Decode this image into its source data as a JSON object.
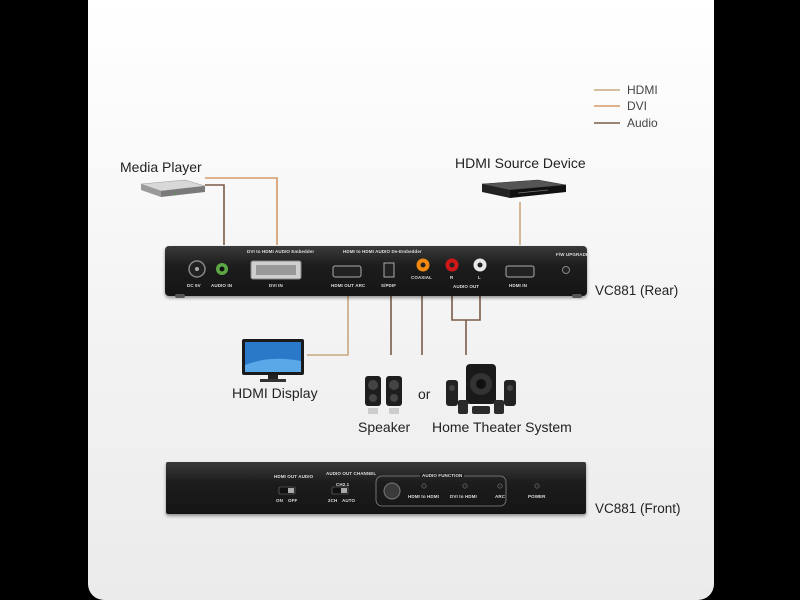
{
  "legend": {
    "items": [
      {
        "label": "HDMI",
        "color": "#c8a880"
      },
      {
        "label": "DVI",
        "color": "#d49a68"
      },
      {
        "label": "Audio",
        "color": "#7a5c48"
      }
    ]
  },
  "devices": {
    "media_player": "Media Player",
    "hdmi_source": "HDMI Source Device",
    "hdmi_display": "HDMI Display",
    "speaker": "Speaker",
    "or": "or",
    "home_theater": "Home Theater System"
  },
  "rear": {
    "label": "VC881 (Rear)",
    "dvi_header": "DVI to HDMI AUDIO Embedder",
    "hdmi_header": "HDMI to HDMI AUDIO De-Embedder",
    "dc": "DC 5V",
    "audio_in": "AUDIO IN",
    "dvi_in": "DVI IN",
    "hdmi_out_arc": "HDMI OUT ARC",
    "spdif": "S/PDIF",
    "coaxial": "COAXIAL",
    "r": "R",
    "l": "L",
    "audio_out": "AUDIO OUT",
    "hdmi_in": "HDMI IN",
    "fw_upgrade": "F/W UPGRADE"
  },
  "front": {
    "label": "VC881 (Front)",
    "hdmi_out_audio": "HDMI OUT AUDIO",
    "sw1_on": "ON",
    "sw1_off": "OFF",
    "audio_out_channel": "AUDIO OUT CHANNEL",
    "ch": "CH2.1",
    "sw2_a": "2CH",
    "sw2_b": "AUTO",
    "audio_function": "AUDIO FUNCTION",
    "hdmi_to_hdmi": "HDMI to HDMI",
    "dvi_to_hdmi": "DVI to HDMI",
    "arc": "ARC",
    "power": "POWER"
  }
}
